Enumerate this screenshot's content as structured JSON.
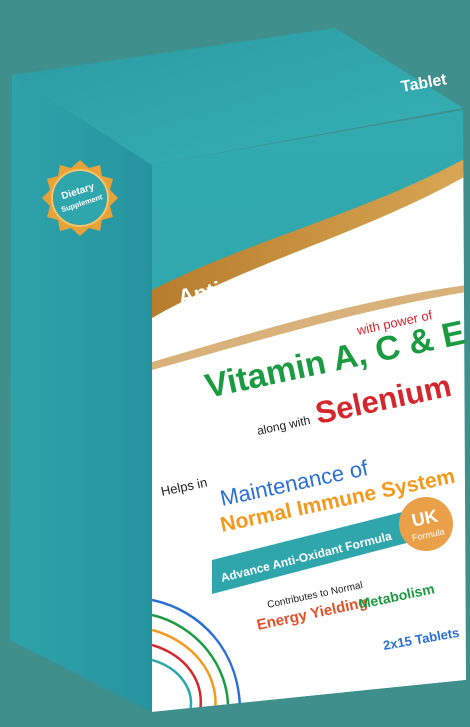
{
  "colors": {
    "background": "#3f8f8c",
    "box_teal": "#2fa6ac",
    "box_teal_dark": "#1f7f86",
    "gold": "#c8963a",
    "green": "#1b9b3f",
    "red": "#d6262d",
    "blue": "#2a6fd6",
    "orange": "#f39a1e"
  },
  "box": {
    "top_label": "Tablet",
    "badge_line1": "Dietary",
    "badge_line2": "Supplement",
    "category": "Antioxidant",
    "power_prefix": "with power of",
    "vitamins": "Vitamin A, C & E",
    "along_with": "along with",
    "selenium": "Selenium",
    "helps_in": "Helps in",
    "benefit_line1": "Maintenance of",
    "benefit_line2": "Normal Immune System",
    "uk_badge_line1": "UK",
    "uk_badge_line2": "Formula",
    "formula_banner": "Advance Anti-Oxidant Formula",
    "contributes": "Contributes to Normal",
    "energy": "Energy Yielding",
    "metabolism": "Metabolism",
    "pack_size": "2x15 Tablets"
  }
}
